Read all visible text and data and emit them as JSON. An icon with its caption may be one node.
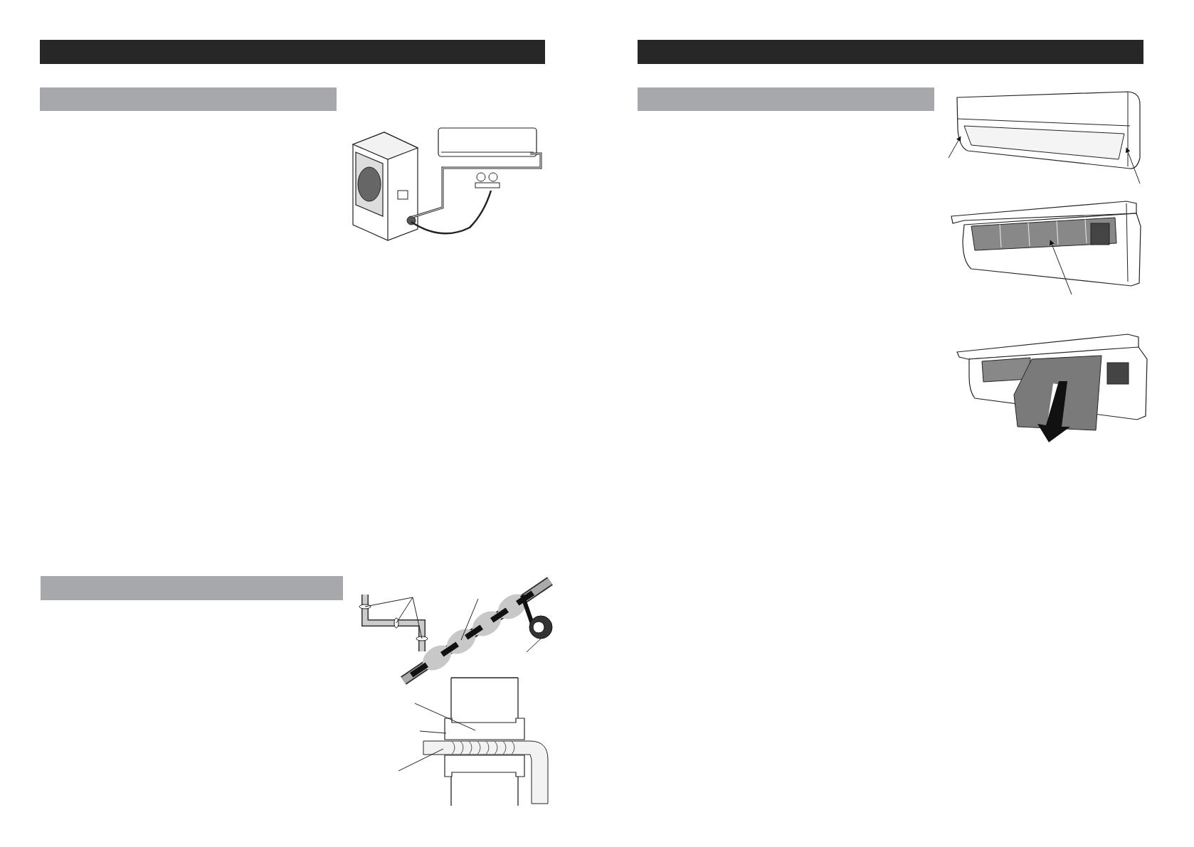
{
  "diagram": {
    "nodes": [
      {
        "text": [],
        "shape": "bar"
      },
      {
        "text": [],
        "shape": "bar"
      },
      {
        "text": [],
        "shape": "bar"
      },
      {
        "text": [],
        "shape": "picture"
      },
      {
        "text": [],
        "shape": "picture"
      },
      {
        "text": [],
        "shape": "picture"
      },
      {
        "text": [],
        "shape": "bar"
      },
      {
        "text": [],
        "shape": "bar"
      },
      {
        "text": [],
        "shape": "picture"
      },
      {
        "text": [],
        "shape": "picture"
      }
    ],
    "edges": [
      {
        "from": null,
        "to": 3,
        "arrow": "none"
      },
      {
        "from": null,
        "to": 3,
        "arrow": "none"
      },
      {
        "from": null,
        "to": 3,
        "arrow": "none"
      },
      {
        "from": null,
        "to": 4,
        "arrow": "none"
      },
      {
        "from": null,
        "to": 4,
        "arrow": "none"
      },
      {
        "from": null,
        "to": 5,
        "arrow": "none"
      },
      {
        "from": null,
        "to": 5,
        "arrow": "none"
      },
      {
        "from": null,
        "to": 5,
        "arrow": "none"
      },
      {
        "from": null,
        "to": 8,
        "arrow": "to"
      },
      {
        "from": null,
        "to": 8,
        "arrow": "to"
      },
      {
        "from": null,
        "to": 9,
        "arrow": "to"
      }
    ]
  }
}
